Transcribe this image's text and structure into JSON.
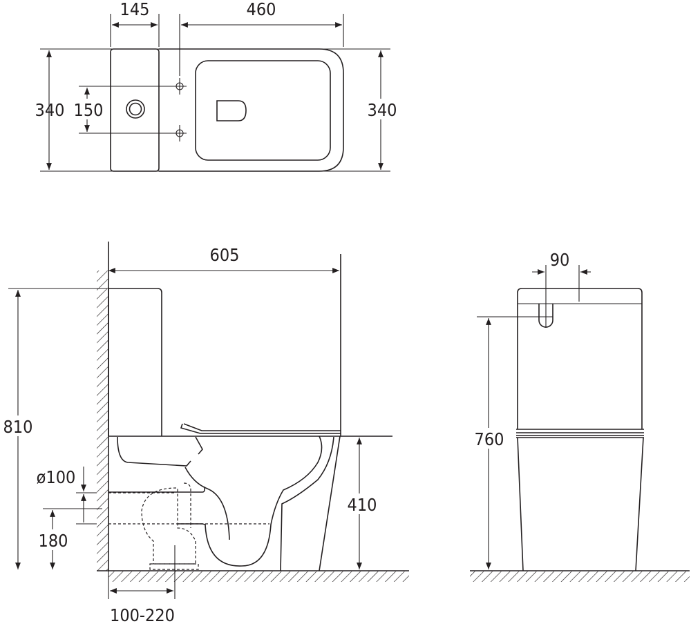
{
  "top_view": {
    "tank_depth": "145",
    "bowl_length": "460",
    "overall_width_left": "340",
    "inlet_spacing": "150",
    "overall_width_right": "340"
  },
  "side_view": {
    "total_length": "605",
    "total_height": "810",
    "outlet_diameter": "ø100",
    "outlet_height": "180",
    "rough_in": "100-220",
    "seat_height": "410"
  },
  "front_view": {
    "inlet_offset": "90",
    "inlet_height": "760"
  },
  "colors": {
    "line": "#231f20",
    "background": "#ffffff"
  }
}
